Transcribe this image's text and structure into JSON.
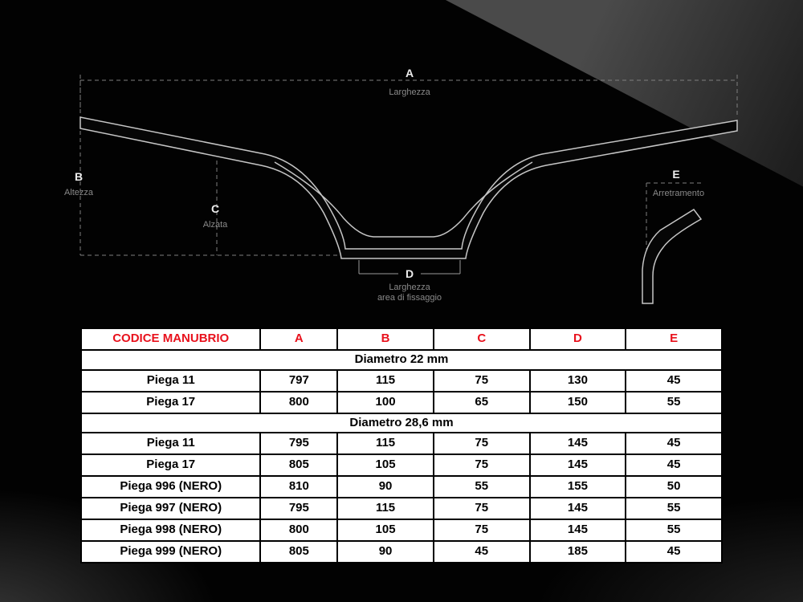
{
  "diagram": {
    "a": {
      "letter": "A",
      "caption": "Larghezza"
    },
    "b": {
      "letter": "B",
      "caption": "Altezza"
    },
    "c": {
      "letter": "C",
      "caption": "Alzata"
    },
    "d": {
      "letter": "D",
      "caption1": "Larghezza",
      "caption2": "area di fissaggio"
    },
    "e": {
      "letter": "E",
      "caption": "Arretramento"
    }
  },
  "table": {
    "header": [
      "CODICE MANUBRIO",
      "A",
      "B",
      "C",
      "D",
      "E"
    ],
    "sections": [
      {
        "title": "Diametro 22 mm",
        "rows": [
          {
            "code": "Piega 11",
            "values": [
              "797",
              "115",
              "75",
              "130",
              "45"
            ]
          },
          {
            "code": "Piega 17",
            "values": [
              "800",
              "100",
              "65",
              "150",
              "55"
            ]
          }
        ]
      },
      {
        "title": "Diametro 28,6 mm",
        "rows": [
          {
            "code": "Piega 11",
            "values": [
              "795",
              "115",
              "75",
              "145",
              "45"
            ]
          },
          {
            "code": "Piega 17",
            "values": [
              "805",
              "105",
              "75",
              "145",
              "45"
            ]
          },
          {
            "code": "Piega 996 (NERO)",
            "values": [
              "810",
              "90",
              "55",
              "155",
              "50"
            ]
          },
          {
            "code": "Piega 997 (NERO)",
            "values": [
              "795",
              "115",
              "75",
              "145",
              "55"
            ]
          },
          {
            "code": "Piega 998 (NERO)",
            "values": [
              "800",
              "105",
              "75",
              "145",
              "55"
            ]
          },
          {
            "code": "Piega 999 (NERO)",
            "values": [
              "805",
              "90",
              "45",
              "185",
              "45"
            ]
          }
        ]
      }
    ],
    "colors": {
      "header_text": "#e8111c",
      "border": "#000000",
      "cell_text": "#000000",
      "background": "#ffffff",
      "diagram_line": "#c6c6c6",
      "dimension_dash": "#7f7f7f"
    }
  }
}
